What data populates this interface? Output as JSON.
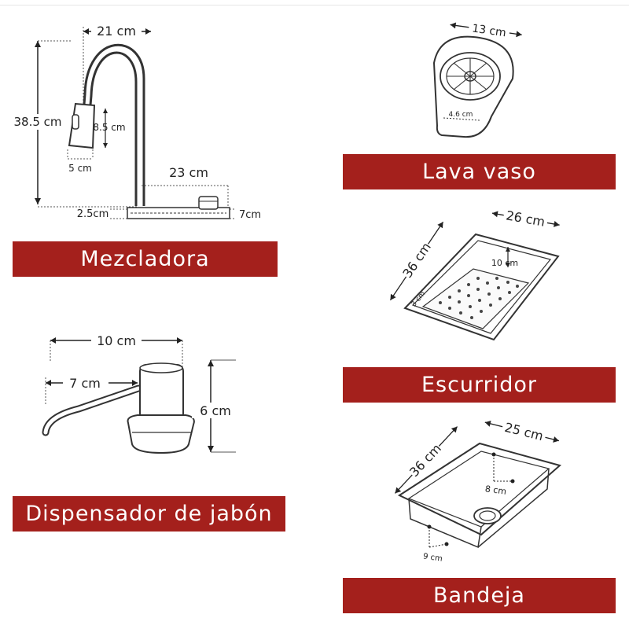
{
  "faucet": {
    "label": "Mezcladora",
    "dims": {
      "width": "21 cm",
      "height": "38.5 cm",
      "head": "8.5 cm",
      "head_w": "5 cm",
      "base_len": "23 cm",
      "base_h": "2.5cm",
      "base_w": "7cm"
    }
  },
  "glass_washer": {
    "label": "Lava vaso",
    "dims": {
      "width": "13 cm",
      "inner": "4.6 cm"
    }
  },
  "drainer": {
    "label": "Escurridor",
    "dims": {
      "width": "26 cm",
      "length": "36 cm",
      "depth": "10 cm",
      "inner": "3 cm"
    }
  },
  "soap_dispenser": {
    "label": "Dispensador de jabón",
    "dims": {
      "total": "10 cm",
      "nozzle": "7 cm",
      "height": "6 cm"
    }
  },
  "tray": {
    "label": "Bandeja",
    "dims": {
      "width": "25 cm",
      "length": "36 cm",
      "depth": "8 cm",
      "bottom": "9 cm"
    }
  },
  "colors": {
    "banner": "#a4201c",
    "banner_text": "#ffffff",
    "line": "#222222"
  }
}
